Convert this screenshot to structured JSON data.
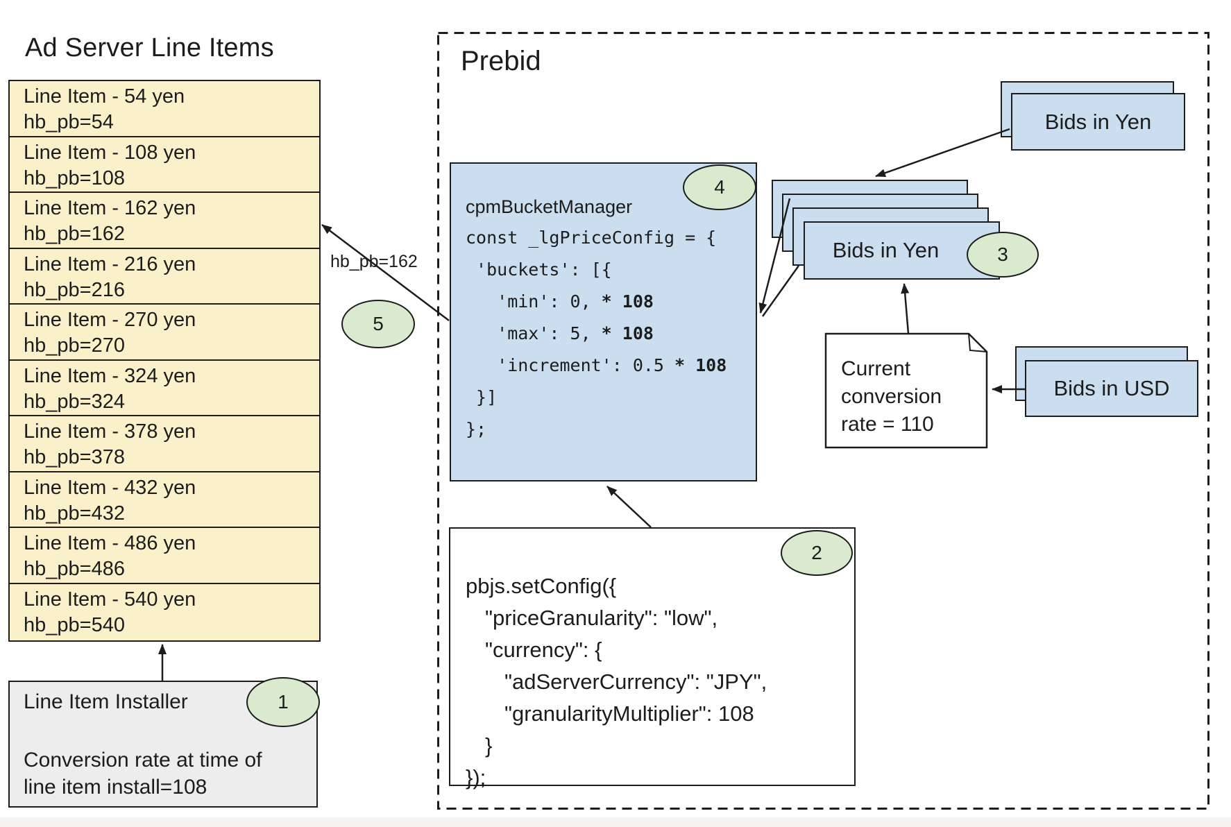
{
  "colors": {
    "ink": "#1c1c1c",
    "card_blue": "#CBDEEF",
    "table_yellow": "#FAF0C9",
    "badge_green": "#D9EACF",
    "installer_gray": "#EDEDED",
    "background": "#ffffff"
  },
  "ad_server": {
    "title": "Ad Server Line Items",
    "line_items": [
      {
        "label": "Line Item - 54 yen",
        "key_value": "hb_pb=54"
      },
      {
        "label": "Line Item - 108 yen",
        "key_value": "hb_pb=108"
      },
      {
        "label": "Line Item - 162 yen",
        "key_value": "hb_pb=162"
      },
      {
        "label": "Line Item - 216 yen",
        "key_value": "hb_pb=216"
      },
      {
        "label": "Line Item - 270 yen",
        "key_value": "hb_pb=270"
      },
      {
        "label": "Line Item - 324 yen",
        "key_value": "hb_pb=324"
      },
      {
        "label": "Line Item - 378 yen",
        "key_value": "hb_pb=378"
      },
      {
        "label": "Line Item - 432 yen",
        "key_value": "hb_pb=432"
      },
      {
        "label": "Line Item - 486 yen",
        "key_value": "hb_pb=486"
      },
      {
        "label": "Line Item - 540 yen",
        "key_value": "hb_pb=540"
      }
    ],
    "installer": {
      "title": "Line Item Installer",
      "badge": "1",
      "description_line1": "Conversion rate at time of",
      "description_line2": "line item install=108"
    }
  },
  "prebid": {
    "title": "Prebid",
    "cpm_bucket_manager": {
      "title": "cpmBucketManager",
      "badge": "4",
      "code_lines": [
        [
          {
            "t": "const _lgPriceConfig = {"
          }
        ],
        [
          {
            "t": " 'buckets': [{"
          }
        ],
        [
          {
            "t": "   'min': 0, "
          },
          {
            "t": "* 108",
            "b": true
          }
        ],
        [
          {
            "t": "   'max': 5, "
          },
          {
            "t": "* 108",
            "b": true
          }
        ],
        [
          {
            "t": "   'increment': 0.5 "
          },
          {
            "t": "* 108",
            "b": true
          }
        ],
        [
          {
            "t": " }]"
          }
        ],
        [
          {
            "t": "};"
          }
        ]
      ]
    },
    "set_config": {
      "badge": "2",
      "code_lines": [
        "pbjs.setConfig({",
        "\"priceGranularity\": \"low\",",
        "\"currency\": {",
        "\"adServerCurrency\": \"JPY\",",
        "\"granularityMultiplier\": 108",
        "}",
        "});"
      ],
      "indents": [
        0,
        1,
        1,
        2,
        2,
        1,
        0
      ]
    },
    "bids_in_yen_incoming": {
      "label": "Bids in Yen"
    },
    "bids_in_yen_stack": {
      "label": "Bids in Yen",
      "badge": "3"
    },
    "conversion_note": {
      "lines": [
        "Current",
        "conversion",
        "rate = 110"
      ]
    },
    "bids_in_usd": {
      "label": "Bids in USD"
    },
    "hb_pb_label": "hb_pb=162",
    "hb_pb_badge": "5"
  }
}
